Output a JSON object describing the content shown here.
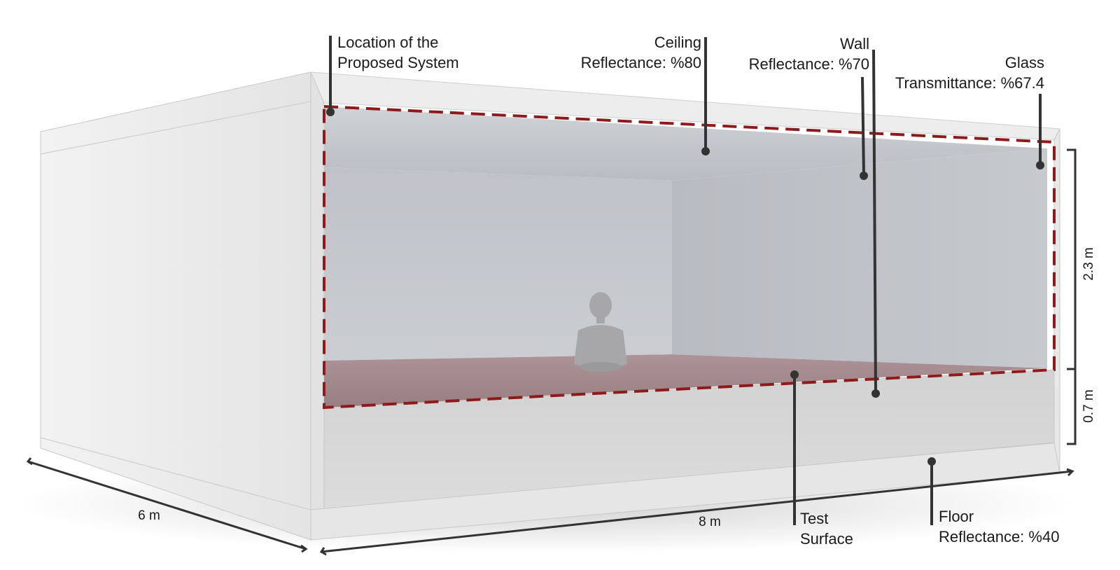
{
  "labels": {
    "system_line1": "Location of the",
    "system_line2": "Proposed System",
    "ceiling_line1": "Ceiling",
    "ceiling_line2": "Reflectance: %80",
    "wall_line1": "Wall",
    "wall_line2": "Reflectance: %70",
    "glass_line1": "Glass",
    "glass_line2": "Transmittance: %67.4",
    "test_line1": "Test",
    "test_line2": "Surface",
    "floor_line1": "Floor",
    "floor_line2": "Reflectance: %40"
  },
  "dimensions": {
    "depth": "6 m",
    "width": "8 m",
    "room_height": "2.3 m",
    "sill_height": "0.7 m"
  },
  "colors": {
    "dashed_outline": "#8e1b1b",
    "leader_line": "#333333",
    "test_surface": "#9e8689",
    "interior_wall": "#bdc0c6"
  }
}
